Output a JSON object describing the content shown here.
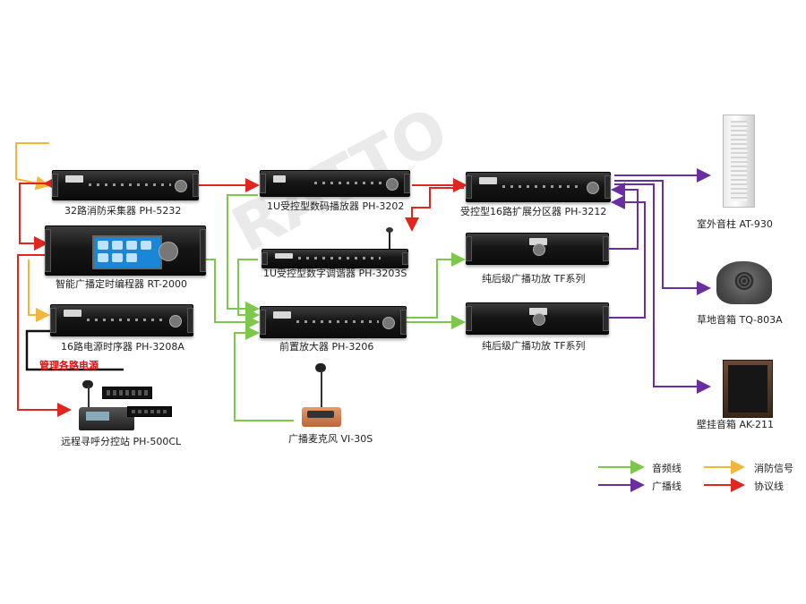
{
  "devices": {
    "fire_collector": "32路消防采集器 PH-5232",
    "timer_programmer": "智能广播定时编程器 RT-2000",
    "power_sequencer": "16路电源时序器 PH-3208A",
    "remote_paging": "远程寻呼分控站 PH-500CL",
    "digital_player": "1U受控型数码播放器 PH-3202",
    "digital_tuner": "1U受控型数字调谐器 PH-3203S",
    "preamplifier": "前置放大器 PH-3206",
    "paging_mic": "广播麦克风 VI-30S",
    "zone_extender": "受控型16路扩展分区器 PH-3212",
    "amp_1": "纯后级广播功放 TF系列",
    "amp_2": "纯后级广播功放 TF系列",
    "outdoor_column": "室外音柱 AT-930",
    "lawn_speaker": "草地音箱 TQ-803A",
    "wall_speaker": "壁挂音箱 AK-211"
  },
  "notes": {
    "manage_power": "管理各路电源"
  },
  "legend": {
    "audio_line": "音频线",
    "fire_signal": "消防信号",
    "broadcast_line": "广播线",
    "protocol_line": "协议线"
  },
  "colors": {
    "audio_line": "#7dc84a",
    "fire_signal": "#f2b63a",
    "broadcast_line": "#6a2ea0",
    "protocol_line": "#e0261e"
  }
}
